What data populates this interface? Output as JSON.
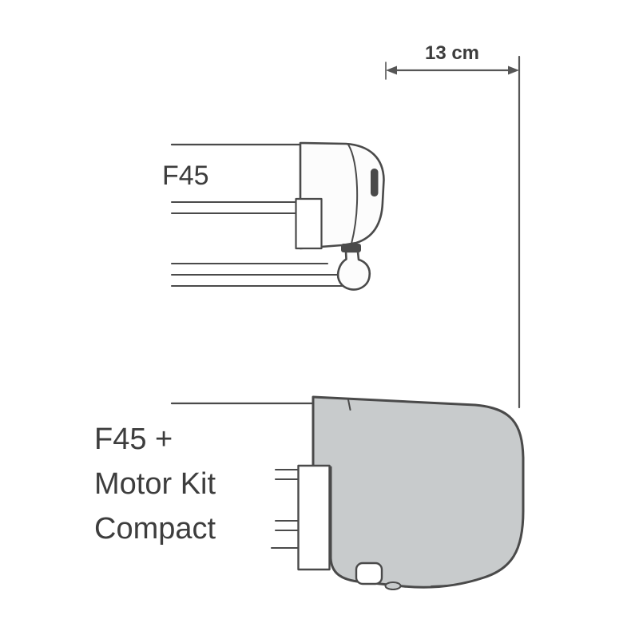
{
  "colors": {
    "background": "#ffffff",
    "outline": "#4a4a4a",
    "body_fill": "#c8cbcc",
    "cap_fill": "#fcfcfc",
    "dim_color": "#565656",
    "text_color": "#3d3d3d"
  },
  "dimension": {
    "label": "13 cm"
  },
  "diagrams": [
    {
      "id": "f45",
      "label": "F45"
    },
    {
      "id": "f45-motor-kit-compact",
      "label_lines": [
        "F45 +",
        "Motor Kit",
        "Compact"
      ]
    }
  ]
}
